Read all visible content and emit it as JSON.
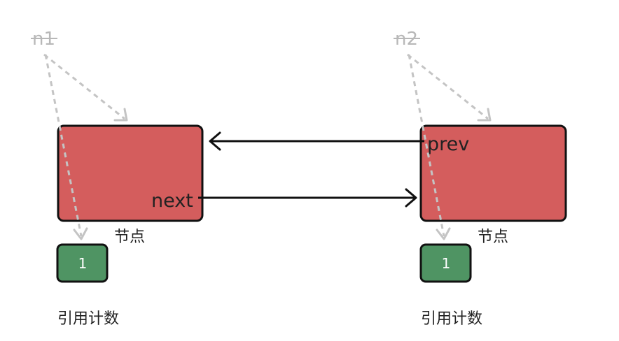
{
  "variables": {
    "left": "n1",
    "right": "n2"
  },
  "nodes": {
    "left": {
      "label": "节点",
      "pointer": "next"
    },
    "right": {
      "label": "节点",
      "pointer": "prev"
    }
  },
  "ref_counts": {
    "left": {
      "value": "1",
      "caption": "引用计数"
    },
    "right": {
      "value": "1",
      "caption": "引用计数"
    }
  },
  "colors": {
    "node_fill": "#d45d5d",
    "count_fill": "#4f9463",
    "dashed_arrow": "#c4c4c4",
    "solid_arrow": "#111111"
  }
}
